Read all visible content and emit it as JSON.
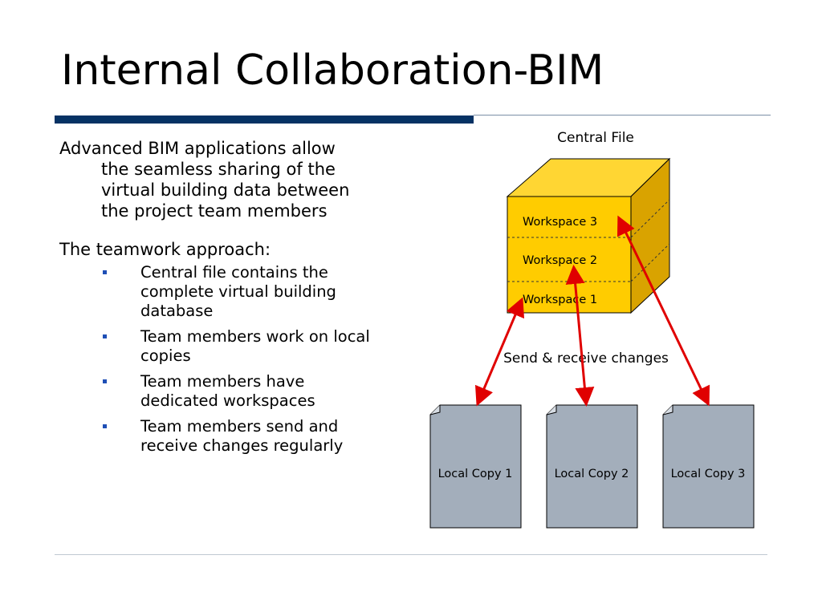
{
  "slide": {
    "title": "Internal Collaboration-BIM",
    "intro": "Advanced BIM applications allow the seamless sharing of the virtual building data between the project team members",
    "approach_heading": "The teamwork approach:",
    "bullets": [
      "Central file contains the complete virtual building database",
      "Team members work on local copies",
      "Team members have dedicated workspaces",
      "Team members send and receive changes regularly"
    ]
  },
  "diagram": {
    "central_file_label": "Central File",
    "workspaces": [
      "Workspace 3",
      "Workspace 2",
      "Workspace 1"
    ],
    "send_receive_label": "Send & receive changes",
    "local_copies": [
      "Local Copy 1",
      "Local Copy 2",
      "Local Copy 3"
    ],
    "colors": {
      "cube_front": "#ffcc00",
      "cube_top": "#ffd633",
      "cube_side": "#d9a300",
      "document_fill": "#a3aebb",
      "arrow": "#e00000",
      "title_rule": "#063264",
      "bullet": "#1f4fb5"
    }
  }
}
